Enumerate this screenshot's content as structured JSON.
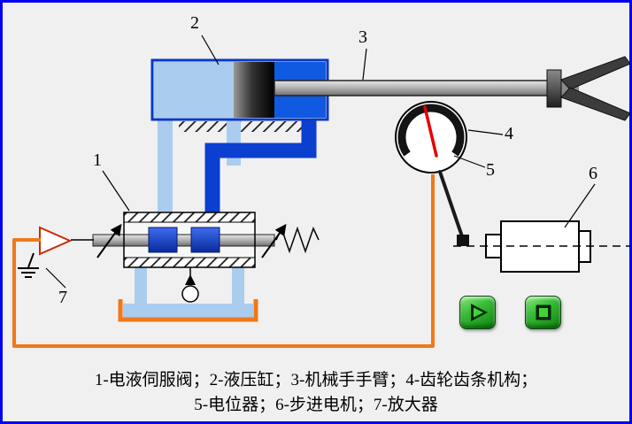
{
  "stage": {
    "background": "#f0f0f0",
    "frame_color": "#0101ee"
  },
  "diagram": {
    "labels": [
      "1",
      "2",
      "3",
      "4",
      "5",
      "6",
      "7"
    ],
    "caption": {
      "line1": "1-电液伺服阀；2-液压缸；3-机械手手臂；4-齿轮齿条机构；",
      "line2": "5-电位器；6-步进电机；7-放大器"
    },
    "colors": {
      "pipe_light_blue": "#aaccee",
      "pipe_dark_blue": "#0a3fd0",
      "cylinder_fluid_blue": "#0f5ae0",
      "feedback_wire_orange": "#f07818",
      "tank_outline_orange": "#f07818",
      "gauge_needle_red": "#e80000",
      "amplifier_outline_red": "#cc2a00",
      "button_green": "#39bd39"
    }
  },
  "controls": {
    "play_button": {
      "icon": "play-icon"
    },
    "stop_button": {
      "icon": "stop-icon"
    }
  }
}
